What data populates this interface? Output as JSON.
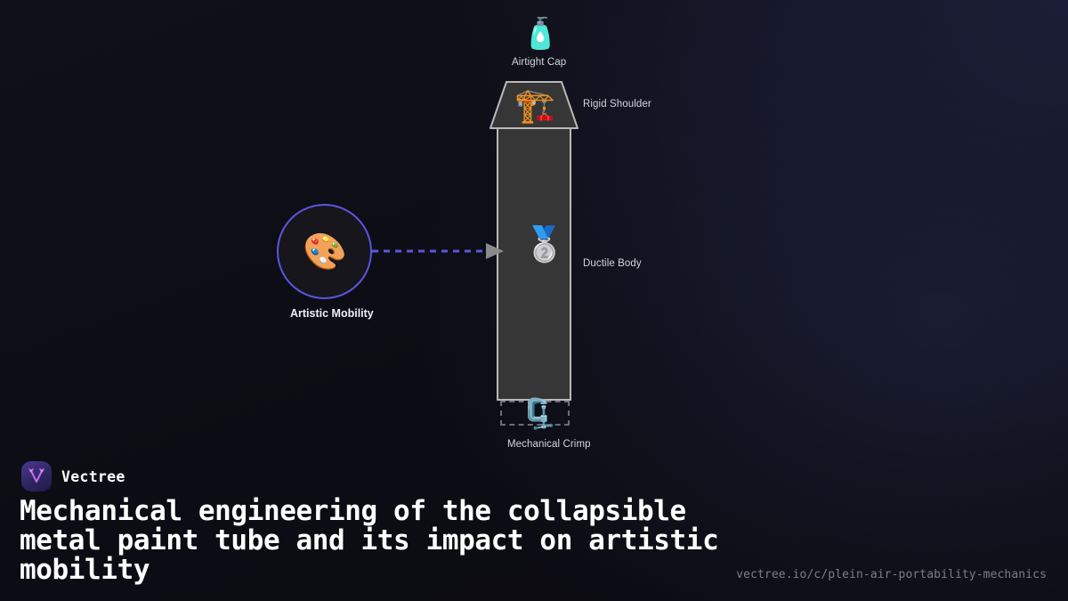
{
  "background": {
    "base_color": "#0d0d15",
    "glow_color": "#1b1e36"
  },
  "diagram": {
    "nodes": [
      {
        "id": "airtight-cap",
        "label": "Airtight Cap",
        "icon": "lotion-bottle-icon",
        "glyph": "🧴",
        "shape": "emoji-only"
      },
      {
        "id": "rigid-shoulder",
        "label": "Rigid Shoulder",
        "icon": "crane-icon",
        "glyph": "🏗️",
        "shape": "trapezoid",
        "fill": "#363636",
        "stroke": "#b9b9b9"
      },
      {
        "id": "ductile-body",
        "label": "Ductile Body",
        "icon": "second-place-medal-icon",
        "glyph": "🥈",
        "shape": "rectangle",
        "fill": "#363636",
        "stroke": "#b9b9b9"
      },
      {
        "id": "mechanical-crimp",
        "label": "Mechanical Crimp",
        "icon": "clamp-icon",
        "glyph": "🗜️",
        "shape": "dashed-rectangle",
        "stroke": "#6c6c74"
      }
    ],
    "concept": {
      "id": "artistic-mobility",
      "label": "Artistic Mobility",
      "icon": "artist-palette-icon",
      "glyph": "🎨",
      "shape": "circle",
      "fill": "#16161c",
      "stroke": "#5b55e0"
    },
    "connector": {
      "id": "concept-to-body",
      "style": "dashed-arrow",
      "color": "#5b55e0",
      "arrowhead_color": "#8a8a8a",
      "from": "artistic-mobility",
      "to": "ductile-body"
    }
  },
  "footer": {
    "brand_name": "Vectree",
    "logo_icon": "vectree-logo-icon",
    "logo_accent": "#c06bf0",
    "headline": "Mechanical engineering of the collapsible metal paint tube and its impact on artistic mobility",
    "url": "vectree.io/c/plein-air-portability-mechanics"
  }
}
